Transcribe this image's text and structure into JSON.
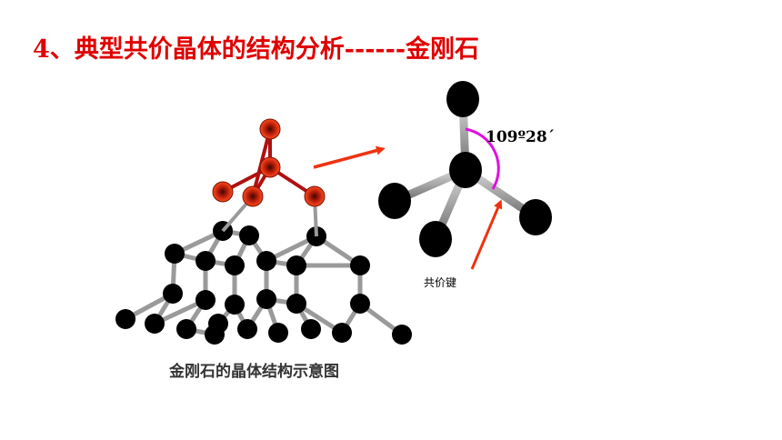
{
  "slide": {
    "title": "4、典型共价晶体的结构分析------金刚石",
    "caption": "金刚石的晶体结构示意图",
    "angle_label": "109º28´",
    "bond_label": "共价键"
  },
  "colors": {
    "title": "#e00000",
    "atom": "#000000",
    "highlight_atom": "#d42a10",
    "highlight_bond": "#b01010",
    "arrow": "#ee3311",
    "angle_arc": "#e010e0",
    "bond": "#9a9a9a"
  },
  "icons": [
    "lattice-atom",
    "red-tetrahedron-atom",
    "pointer-arrow",
    "angle-arc"
  ]
}
